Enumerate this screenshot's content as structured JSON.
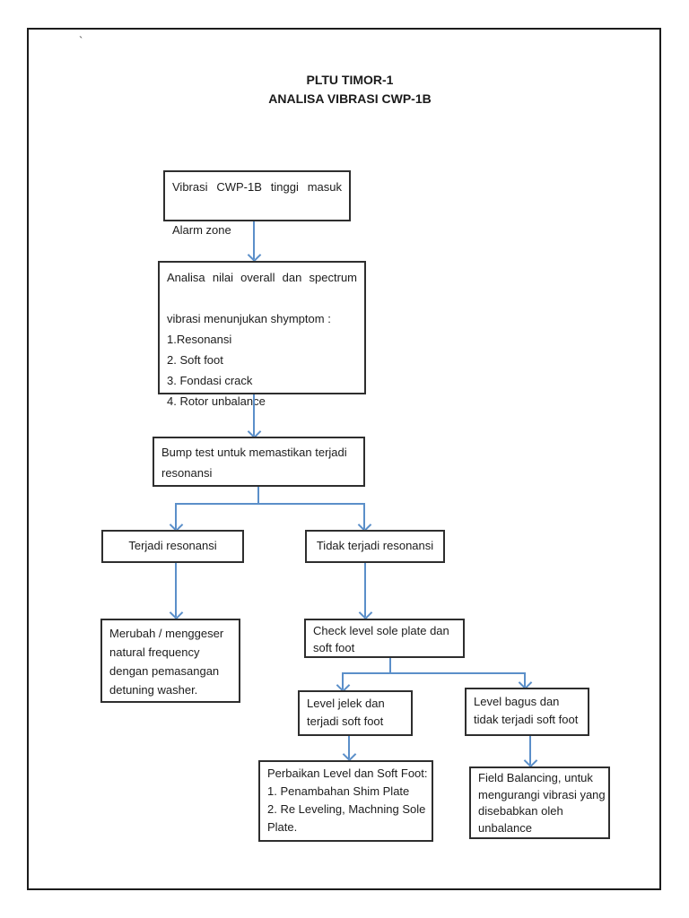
{
  "page": {
    "stray_mark": "`",
    "title_line1": "PLTU TIMOR-1",
    "title_line2": "ANALISA VIBRASI CWP-1B"
  },
  "colors": {
    "connector_blue": "#5b8fc9",
    "box_border": "#2e2e2e",
    "page_border": "#1c1c1c"
  },
  "nodes": {
    "alarm": {
      "lines": [
        "Vibrasi CWP-1B tinggi masuk",
        "Alarm zone"
      ]
    },
    "analisa": {
      "lines": [
        "Analisa nilai overall dan spectrum",
        "vibrasi menunjukan shymptom :",
        "1.Resonansi",
        "2. Soft foot",
        "3. Fondasi crack",
        "4. Rotor unbalance"
      ]
    },
    "bump": {
      "lines": [
        "Bump test untuk memastikan terjadi",
        "resonansi"
      ]
    },
    "terjadi": {
      "lines": [
        "Terjadi resonansi"
      ]
    },
    "tidak": {
      "lines": [
        "Tidak terjadi resonansi"
      ]
    },
    "merubah": {
      "lines": [
        "Merubah / menggeser",
        "natural frequency",
        "dengan pemasangan",
        "detuning washer."
      ]
    },
    "check": {
      "lines": [
        "Check level sole plate dan",
        "soft foot"
      ]
    },
    "jelek": {
      "lines": [
        "Level jelek dan",
        "terjadi soft foot"
      ]
    },
    "bagus": {
      "lines": [
        "Level bagus dan",
        "tidak terjadi soft foot"
      ]
    },
    "perbaikan": {
      "lines": [
        "Perbaikan  Level dan Soft Foot:",
        "1. Penambahan Shim Plate",
        "2. Re Leveling, Machning Sole",
        "Plate."
      ]
    },
    "field": {
      "lines": [
        "Field Balancing, untuk",
        "mengurangi vibrasi yang",
        "disebabkan oleh",
        "unbalance"
      ]
    }
  }
}
